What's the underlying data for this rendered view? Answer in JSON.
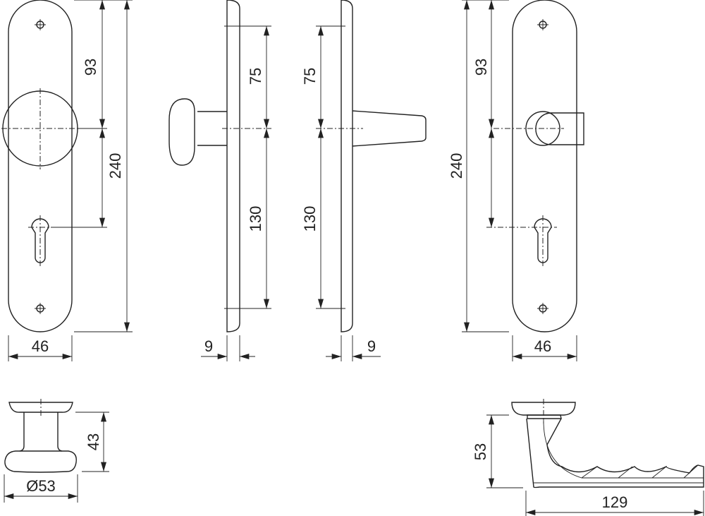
{
  "dimensions": {
    "knob_plate_front": {
      "top_to_center": "93",
      "total_height": "240",
      "width": "46"
    },
    "knob_plate_side": {
      "top_to_center": "75",
      "center_to_bottom": "130",
      "thickness": "9"
    },
    "lever_plate_side": {
      "top_to_center": "75",
      "center_to_bottom": "130",
      "thickness": "9"
    },
    "lever_plate_front": {
      "top_to_center": "93",
      "total_height": "240",
      "width": "46"
    },
    "knob_detail": {
      "height": "43",
      "diameter": "Ø53"
    },
    "lever_detail": {
      "height": "53",
      "length": "129"
    }
  }
}
